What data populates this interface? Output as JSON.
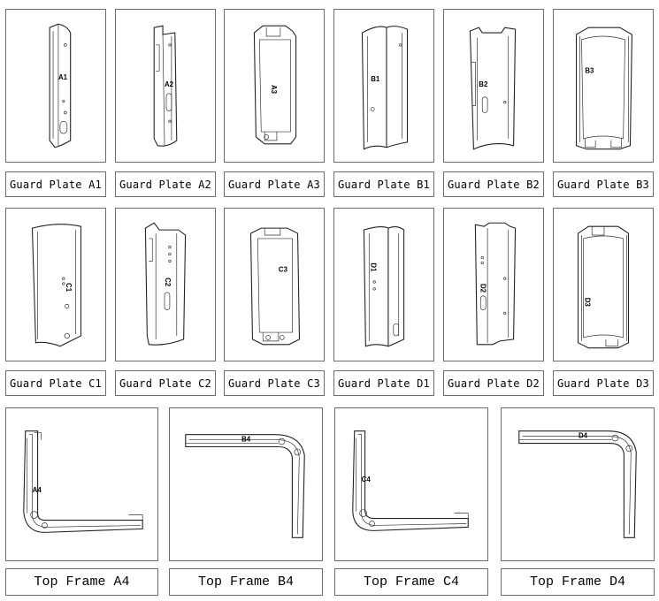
{
  "guard_plates": [
    {
      "caption": "Guard Plate A1",
      "part_label": "A1"
    },
    {
      "caption": "Guard Plate A2",
      "part_label": "A2"
    },
    {
      "caption": "Guard Plate A3",
      "part_label": "A3"
    },
    {
      "caption": "Guard Plate B1",
      "part_label": "B1"
    },
    {
      "caption": "Guard Plate B2",
      "part_label": "B2"
    },
    {
      "caption": "Guard Plate B3",
      "part_label": "B3"
    },
    {
      "caption": "Guard Plate C1",
      "part_label": "C1"
    },
    {
      "caption": "Guard Plate C2",
      "part_label": "C2"
    },
    {
      "caption": "Guard Plate C3",
      "part_label": "C3"
    },
    {
      "caption": "Guard Plate D1",
      "part_label": "D1"
    },
    {
      "caption": "Guard Plate D2",
      "part_label": "D2"
    },
    {
      "caption": "Guard Plate D3",
      "part_label": "D3"
    }
  ],
  "top_frames": [
    {
      "caption": "Top Frame A4",
      "part_label": "A4"
    },
    {
      "caption": "Top Frame B4",
      "part_label": "B4"
    },
    {
      "caption": "Top Frame C4",
      "part_label": "C4"
    },
    {
      "caption": "Top Frame D4",
      "part_label": "D4"
    }
  ]
}
